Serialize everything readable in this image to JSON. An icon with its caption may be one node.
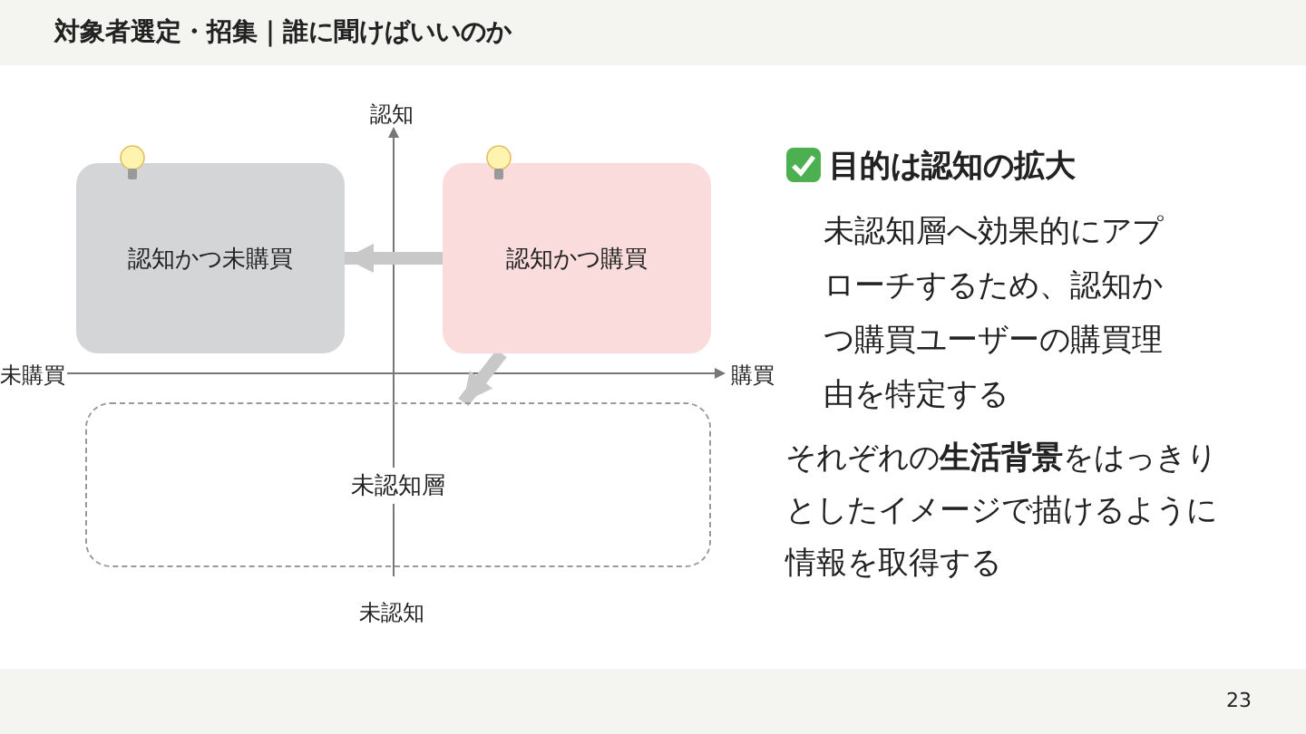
{
  "diagram": {
    "title": "対象者選定・招集｜誰に聞けばいいのか",
    "nodes": [
      {
        "text": [
          "認知かつ未購買"
        ]
      },
      {
        "text": [
          "認知かつ購買"
        ]
      },
      {
        "text": [
          "未認知層"
        ]
      }
    ],
    "edges": [
      {
        "from": 1,
        "to": 0,
        "arrow": "to"
      },
      {
        "from": 1,
        "to": 2,
        "arrow": "to"
      }
    ],
    "labels": [
      "認知",
      "未購買",
      "購買",
      "未認知",
      "目的は認知の拡大",
      "未認知層へ効果的にアプローチするため、認知かつ購買ユーザーの購買理由を特定する",
      "それぞれの**生活背景**をはっきりとしたイメージで描けるように情報を取得する",
      "23"
    ]
  }
}
